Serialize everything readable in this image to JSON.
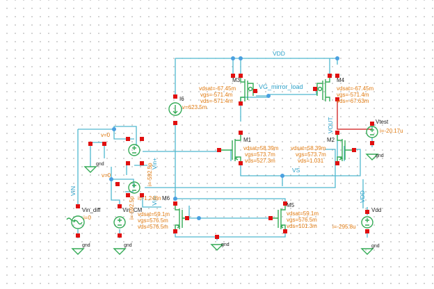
{
  "nets": {
    "vdd_top": "VDD",
    "vdd_src": "VDD",
    "vg_mirror_load": "VG_mirror_load",
    "vout": "VOUT",
    "vs": "VS",
    "vin_plus": "Vin+",
    "vin_minus": "Vin-",
    "vin": "VIN"
  },
  "devices": {
    "m3": {
      "name": "M3",
      "vdsat": "vdsat=-67.45m",
      "vgs": "vgs=-571.4m",
      "vds": "vds=-571.4m"
    },
    "m4": {
      "name": "M4",
      "vdsat": "vdsat=-67.45m",
      "vgs": "vgs=-571.4m",
      "vds": "vds=-67.63m"
    },
    "m1": {
      "name": "M1",
      "vdsat": "vdsat=58.39m",
      "vgs": "vgs=573.7m",
      "vds": "vds=527.3m"
    },
    "m2": {
      "name": "M2",
      "vdsat": "vdsat=58.39m",
      "vgs": "vgs=573.7m",
      "vds": "vds=1.031"
    },
    "m5": {
      "name": "M5",
      "vdsat": "vdsat=59.1m",
      "vgs": "vgs=576.5m",
      "vds": "vds=101.3m"
    },
    "m6": {
      "name": "M6",
      "vdsat": "vdsat=59.1m",
      "vgs": "vgs=576.5m",
      "vds": "vds=576.5m"
    },
    "i6": {
      "name": "I6",
      "value": "v=623.5m"
    },
    "vtest": {
      "name": "Vtest",
      "value": "i=-20.17u"
    },
    "vin_diff": {
      "name": "Vin_diff",
      "value": "i=0"
    },
    "vin_cm": {
      "name": "Vin_CM",
      "value": "i=-1.248n"
    },
    "vdd": {
      "name": "Vdd",
      "value": "i=-295.8u"
    },
    "e_top": {
      "value": "v=0"
    },
    "e_bot": {
      "value": "v=0"
    },
    "e_top_i": {
      "value": "i=-592.5p"
    },
    "e_bot_i": {
      "value": "i=-592.5p"
    }
  },
  "gnd": {
    "label": "gnd"
  },
  "colors": {
    "wire": "#4fb8cf",
    "pin": "#e01010",
    "annotation": "#e07a10",
    "symbol": "#33aa55",
    "selected_net": "#d63a3a"
  }
}
